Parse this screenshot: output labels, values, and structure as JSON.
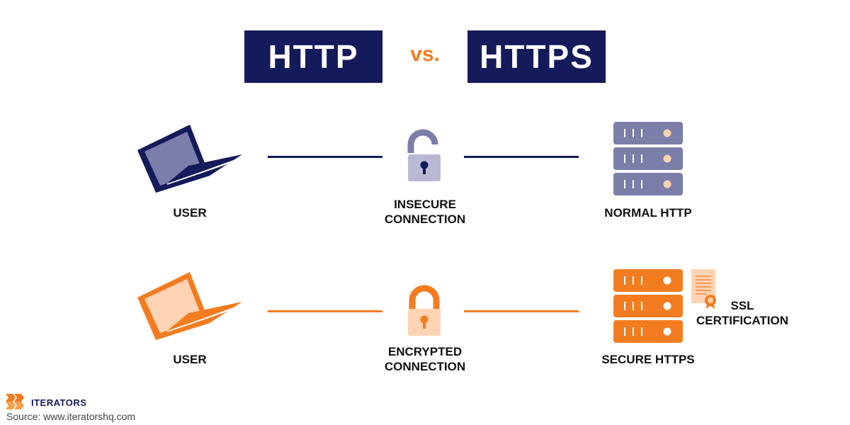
{
  "title": {
    "left": "HTTP",
    "vs": "vs.",
    "right": "HTTPS"
  },
  "colors": {
    "navy": "#141a5a",
    "gray_purple": "#7b7ea8",
    "lock_gray": "#b9b9d3",
    "orange": "#f47c20",
    "peach": "#ffd3b3",
    "server_dot": "#ffd4b0"
  },
  "rows": [
    {
      "user_label": "USER",
      "connection_label": "INSECURE\nCONNECTION",
      "server_label": "NORMAL HTTP",
      "user_icon": "laptop-icon",
      "lock_icon": "unlocked-padlock-icon",
      "server_icon": "server-rack-icon"
    },
    {
      "user_label": "USER",
      "connection_label": "ENCRYPTED\nCONNECTION",
      "server_label": "SECURE HTTPS",
      "certificate_label": "SSL\nCERTIFICATION",
      "user_icon": "laptop-icon",
      "lock_icon": "locked-padlock-icon",
      "server_icon": "server-rack-icon",
      "certificate_icon": "certificate-icon"
    }
  ],
  "footer": {
    "brand": "ITERATORS",
    "source": "Source: www.iteratorshq.com",
    "logo_icon": "iterators-logo-icon"
  }
}
